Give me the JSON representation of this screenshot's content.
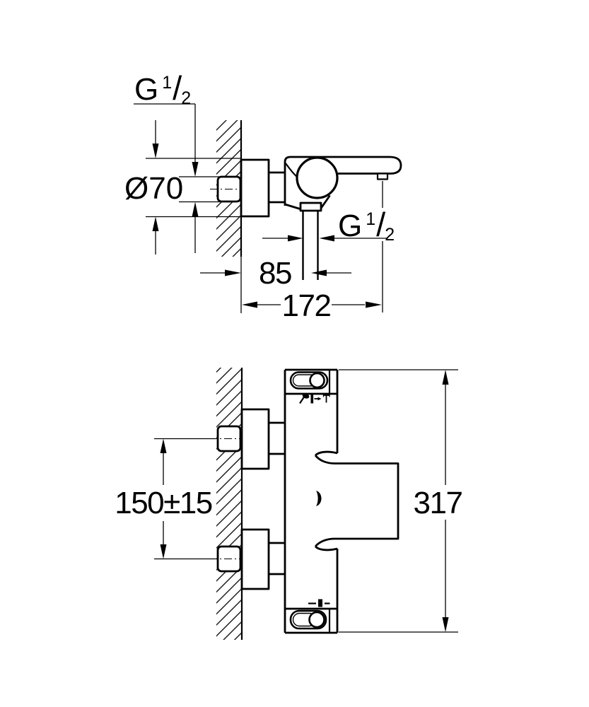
{
  "page": {
    "background": "#ffffff",
    "line_color": "#000000",
    "text_color": "#000000"
  },
  "side_view": {
    "labels": {
      "wall_thread": {
        "base": "G",
        "sup": "1",
        "slash": "/",
        "sub": "2"
      },
      "escutcheon_diameter": "Ø70",
      "outlet_thread": {
        "base": "G",
        "sup": "1",
        "slash": "/",
        "sub": "2"
      },
      "wall_to_outlet": "85",
      "wall_to_spout_end": "172"
    }
  },
  "front_view": {
    "labels": {
      "inlet_spacing": "150±15",
      "overall_height": "317"
    },
    "icons": {
      "top_row": [
        "handshower-icon",
        "diverter-knob-icon",
        "diverter-arrow-icon",
        "tub-spout-icon"
      ],
      "middle": [
        "body-mark-icon"
      ],
      "bottom_row": [
        "temperature-stop-icon"
      ]
    }
  }
}
